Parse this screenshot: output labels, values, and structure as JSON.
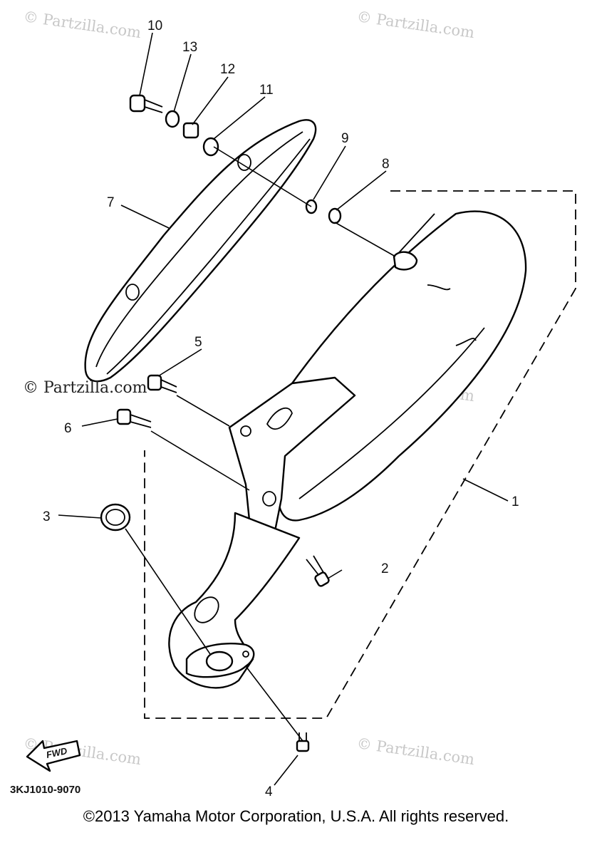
{
  "diagram": {
    "callouts": [
      {
        "id": "1",
        "label": "1"
      },
      {
        "id": "2",
        "label": "2"
      },
      {
        "id": "3",
        "label": "3"
      },
      {
        "id": "4",
        "label": "4"
      },
      {
        "id": "5",
        "label": "5"
      },
      {
        "id": "6",
        "label": "6"
      },
      {
        "id": "7",
        "label": "7"
      },
      {
        "id": "8",
        "label": "8"
      },
      {
        "id": "9",
        "label": "9"
      },
      {
        "id": "10",
        "label": "10"
      },
      {
        "id": "11",
        "label": "11"
      },
      {
        "id": "12",
        "label": "12"
      },
      {
        "id": "13",
        "label": "13"
      }
    ],
    "diagram_code": "3KJ1010-9070",
    "direction_label": "FWD",
    "watermark": "© Partzilla.com",
    "watermark_dark": "© Partzilla.com",
    "footer": "©2013  Yamaha Motor Corporation, U.S.A. All rights reserved."
  }
}
